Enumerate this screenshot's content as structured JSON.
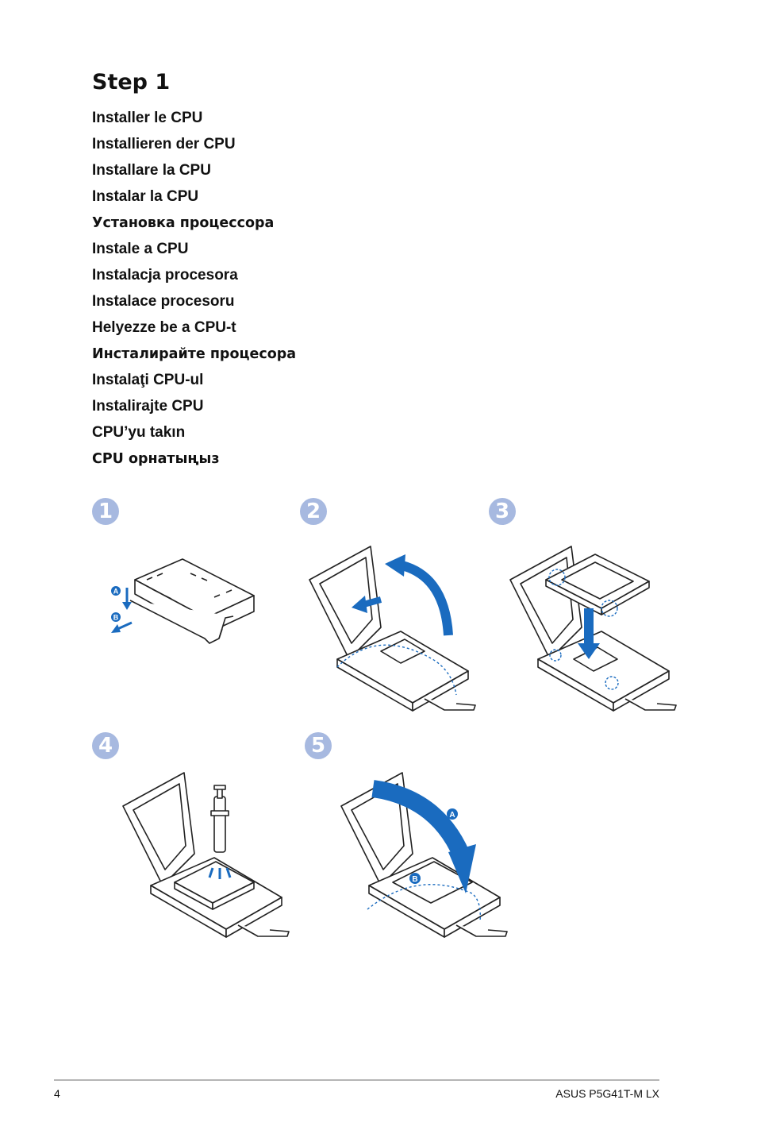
{
  "title": "Step 1",
  "languages": [
    "Installer le CPU",
    "Installieren der CPU",
    "Installare la CPU",
    "Instalar la CPU",
    "Установка процессора",
    "Instale a CPU",
    "Instalacja procesora",
    "Instalace procesoru",
    "Helyezze be a CPU-t",
    "Инсталирайте процесора",
    "Instalaţi CPU-ul",
    "Instalirajte CPU",
    "CPU’yu takın",
    "CPU орнатыңыз"
  ],
  "steps": [
    {
      "number": "1",
      "callouts": [
        "A",
        "B"
      ]
    },
    {
      "number": "2"
    },
    {
      "number": "3"
    },
    {
      "number": "4"
    },
    {
      "number": "5",
      "callouts": [
        "A",
        "B"
      ]
    }
  ],
  "colors": {
    "accent": "#1a6bbf",
    "badge": "#a7b9e0",
    "rule": "#b5b5b5"
  },
  "footer": {
    "page_number": "4",
    "product": "ASUS P5G41T-M LX"
  }
}
